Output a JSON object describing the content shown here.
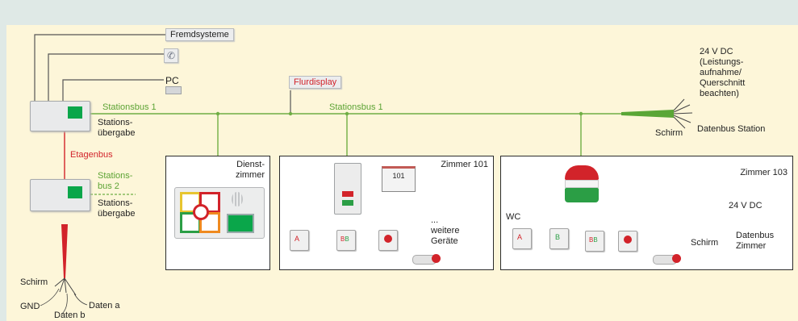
{
  "labels": {
    "fremdsysteme": "Fremdsysteme",
    "pc": "PC",
    "flurdisplay": "Flurdisplay",
    "stationsbus1_left": "Stationsbus 1",
    "stationsbus1_mid": "Stationsbus 1",
    "stationsuebergabe1": "Stations-\nübergabe",
    "etagenbus": "Etagenbus",
    "stationsbus2": "Stations-\nbus 2",
    "stationsuebergabe2": "Stations-\nübergabe",
    "power_station": "24 V DC\n(Leistungs-\naufnahme/\nQuerschnitt\nbeachten)",
    "schirm_station": "Schirm",
    "datenbus_station": "Datenbus Station",
    "dienstzimmer": "Dienst-\nzimmer",
    "zimmer101": "Zimmer 101",
    "weitere_geraete": "...\nweitere\nGeräte",
    "zimmer103": "Zimmer 103",
    "wc": "WC",
    "power_zimmer": "24 V DC",
    "schirm_zimmer": "Schirm",
    "datenbus_zimmer": "Datenbus\nZimmer",
    "schirm_bottom": "Schirm",
    "gnd": "GND",
    "daten_a": "Daten a",
    "daten_b": "Daten b",
    "room_display_number": "101"
  },
  "colors": {
    "background": "#dfe9e6",
    "panel": "#fdf6d9",
    "stationsbus": "#6fae44",
    "etagenbus": "#d2232a",
    "zimmerbus": "#2f5fae",
    "screen_green": "#0aa64a"
  }
}
